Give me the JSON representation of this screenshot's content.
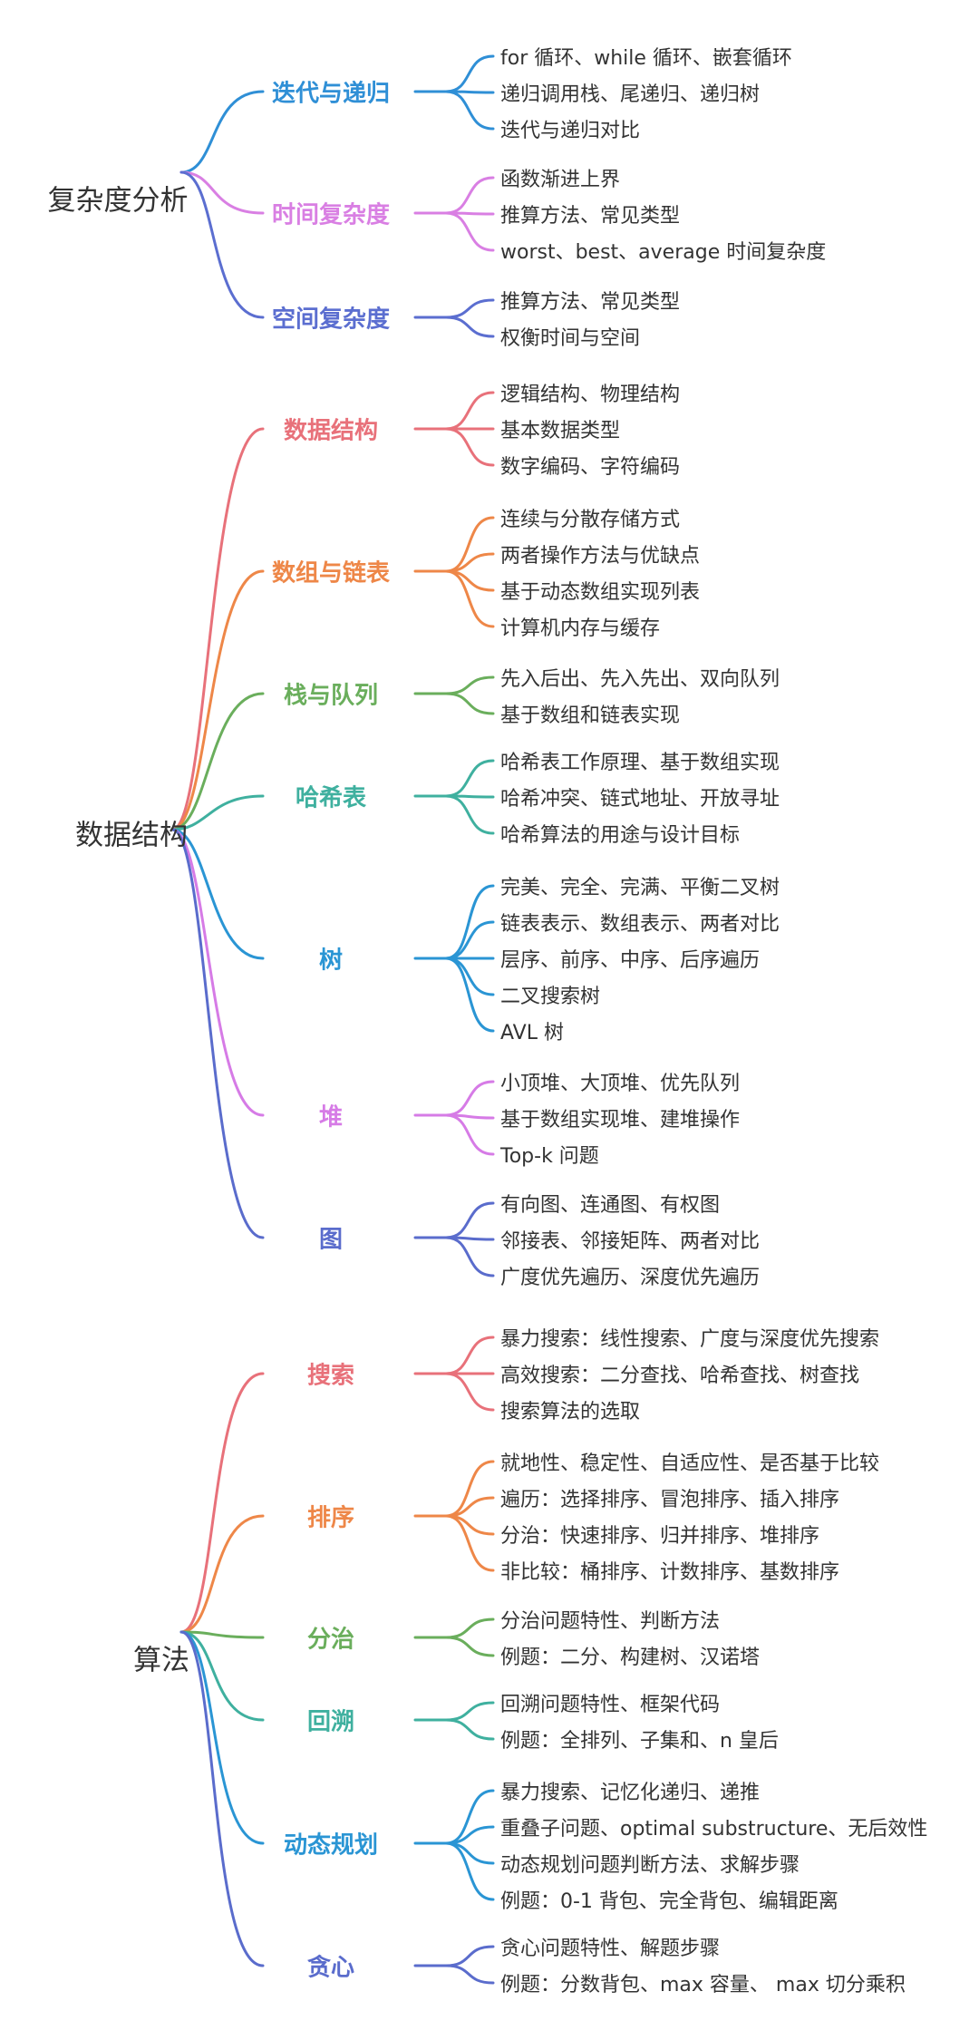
{
  "mindmap": {
    "groups": [
      {
        "root": "复杂度分析",
        "branches": [
          {
            "label": "迭代与递归",
            "color": "#2f8fd6",
            "leaves": [
              "for 循环、while 循环、嵌套循环",
              "递归调用栈、尾递归、递归树",
              "迭代与递归对比"
            ]
          },
          {
            "label": "时间复杂度",
            "color": "#d97fe3",
            "leaves": [
              "函数渐进上界",
              "推算方法、常见类型",
              "worst、best、average 时间复杂度"
            ]
          },
          {
            "label": "空间复杂度",
            "color": "#5b6ed0",
            "leaves": [
              "推算方法、常见类型",
              "权衡时间与空间"
            ]
          }
        ]
      },
      {
        "root": "数据结构",
        "branches": [
          {
            "label": "数据结构",
            "color": "#e8717a",
            "leaves": [
              "逻辑结构、物理结构",
              "基本数据类型",
              "数字编码、字符编码"
            ]
          },
          {
            "label": "数组与链表",
            "color": "#ee8748",
            "leaves": [
              "连续与分散存储方式",
              "两者操作方法与优缺点",
              "基于动态数组实现列表",
              "计算机内存与缓存"
            ]
          },
          {
            "label": "栈与队列",
            "color": "#6aae5c",
            "leaves": [
              "先入后出、先入先出、双向队列",
              "基于数组和链表实现"
            ]
          },
          {
            "label": "哈希表",
            "color": "#3fb09f",
            "leaves": [
              "哈希表工作原理、基于数组实现",
              "哈希冲突、链式地址、开放寻址",
              "哈希算法的用途与设计目标"
            ]
          },
          {
            "label": "树",
            "color": "#2a95d4",
            "leaves": [
              "完美、完全、完满、平衡二叉树",
              "链表表示、数组表示、两者对比",
              "层序、前序、中序、后序遍历",
              "二叉搜索树",
              "AVL 树"
            ]
          },
          {
            "label": "堆",
            "color": "#d67be6",
            "leaves": [
              "小顶堆、大顶堆、优先队列",
              "基于数组实现堆、建堆操作",
              " Top-k 问题"
            ]
          },
          {
            "label": "图",
            "color": "#5a6ccc",
            "leaves": [
              "有向图、连通图、有权图",
              "邻接表、邻接矩阵、两者对比",
              "广度优先遍历、深度优先遍历"
            ]
          }
        ]
      },
      {
        "root": "算法",
        "branches": [
          {
            "label": "搜索",
            "color": "#e8717a",
            "leaves": [
              "暴力搜索：线性搜索、广度与深度优先搜索",
              "高效搜索：二分查找、哈希查找、树查找",
              "搜索算法的选取"
            ]
          },
          {
            "label": "排序",
            "color": "#ee8748",
            "leaves": [
              "就地性、稳定性、自适应性、是否基于比较",
              "遍历：选择排序、冒泡排序、插入排序",
              "分治：快速排序、归并排序、堆排序",
              "非比较：桶排序、计数排序、基数排序"
            ]
          },
          {
            "label": "分治",
            "color": "#6aae5c",
            "leaves": [
              "分治问题特性、判断方法",
              "例题：二分、构建树、汉诺塔"
            ]
          },
          {
            "label": "回溯",
            "color": "#3fb09f",
            "leaves": [
              "回溯问题特性、框架代码",
              "例题：全排列、子集和、n 皇后"
            ]
          },
          {
            "label": "动态规划",
            "color": "#2a95d4",
            "leaves": [
              "暴力搜索、记忆化递归、递推",
              "重叠子问题、optimal substructure、无后效性",
              "动态规划问题判断方法、求解步骤",
              "例题：0-1 背包、完全背包、编辑距离"
            ]
          },
          {
            "label": "贪心",
            "color": "#5a6ccc",
            "leaves": [
              "贪心问题特性、解题步骤",
              "例题：分数背包、max 容量、 max 切分乘积"
            ]
          }
        ]
      }
    ]
  }
}
